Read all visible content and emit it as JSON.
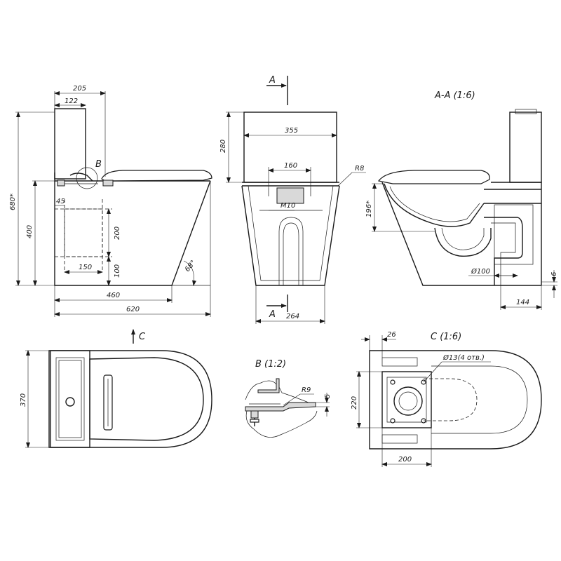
{
  "views": {
    "side": {
      "dims": {
        "d205": "205",
        "d122": "122",
        "d680": "680*",
        "d400": "400",
        "d45": "45",
        "d200": "200",
        "d150": "150",
        "d100": "100",
        "d460": "460",
        "d620": "620",
        "angle": "68°"
      },
      "callout_b": "B",
      "arrow_c": "C"
    },
    "front": {
      "section_top": "A",
      "section_bottom": "A",
      "dims": {
        "d280": "280",
        "d355": "355",
        "d160": "160",
        "r8": "R8",
        "m10": "M10",
        "d264": "264"
      }
    },
    "section_aa": {
      "title": "A-A (1:6)",
      "dims": {
        "d196": "196*",
        "dia100": "Ø100",
        "d6": "6",
        "d144": "144"
      }
    },
    "top": {
      "dims": {
        "d370": "370"
      }
    },
    "detail_b": {
      "title": "B (1:2)",
      "dims": {
        "r9": "R9",
        "d5": "5"
      }
    },
    "view_c": {
      "title": "C (1:6)",
      "dims": {
        "d26": "26",
        "dia13": "Ø13(4 отв.)",
        "d220": "220",
        "d200": "200"
      }
    }
  }
}
